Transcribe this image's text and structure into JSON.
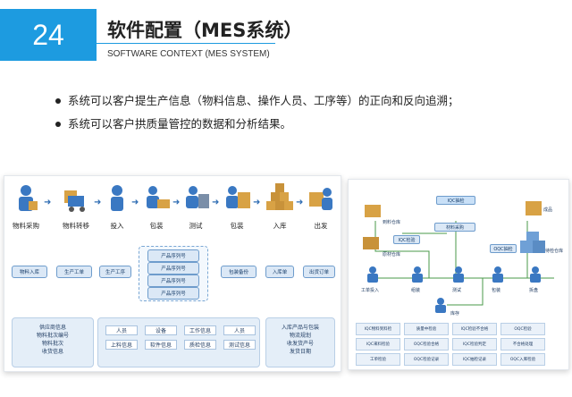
{
  "header": {
    "number": "24",
    "title": "软件配置（MES系统）",
    "subtitle": "SOFTWARE CONTEXT (MES SYSTEM)"
  },
  "bullets": [
    "系统可以客户提生产信息（物料信息、操作人员、工序等）的正向和反向追溯；",
    "系统可以客户拱质量管控的数据和分析结果。"
  ],
  "left_panel": {
    "processes": [
      "物料采购",
      "物料转移",
      "投入",
      "包装",
      "测试",
      "包装",
      "入库",
      "出发"
    ],
    "flow_boxes": [
      "物料入库",
      "生产工单",
      "生产工序",
      "包装备份",
      "入库单",
      "出货订单"
    ],
    "serial_boxes": [
      "产品序列号",
      "产品序列号",
      "产品序列号",
      "产品序列号"
    ],
    "left_info": [
      "供应商信息",
      "物料批次编号",
      "物料批次",
      "收货信息"
    ],
    "middle_chips": [
      "人员",
      "设备",
      "工作信息",
      "人员",
      "上料信息",
      "软件信息",
      "质检信息",
      "测试信息"
    ],
    "right_info": [
      "入库产品与包装",
      "物流规划",
      "收发货产号",
      "发货日期"
    ]
  },
  "right_panel": {
    "top_label": "IQC抽检",
    "center_label": "材料采购",
    "nodes": [
      "到料仓库",
      "IQC检验",
      "原材仓库",
      "工单投入",
      "组装",
      "测试",
      "OQC抽检",
      "包装",
      "成品",
      "待检仓库",
      "拆盘",
      "库存"
    ],
    "chips": [
      "IQC物料到料检",
      "质量中检验",
      "IQC检验不合格",
      "OQC检验",
      "IQC来料检验",
      "OQC检验合格",
      "IQC检验判定",
      "不合格处理",
      "工单检验",
      "OQC检验记录",
      "IQC抽检记录",
      "OQC入库检验"
    ]
  }
}
